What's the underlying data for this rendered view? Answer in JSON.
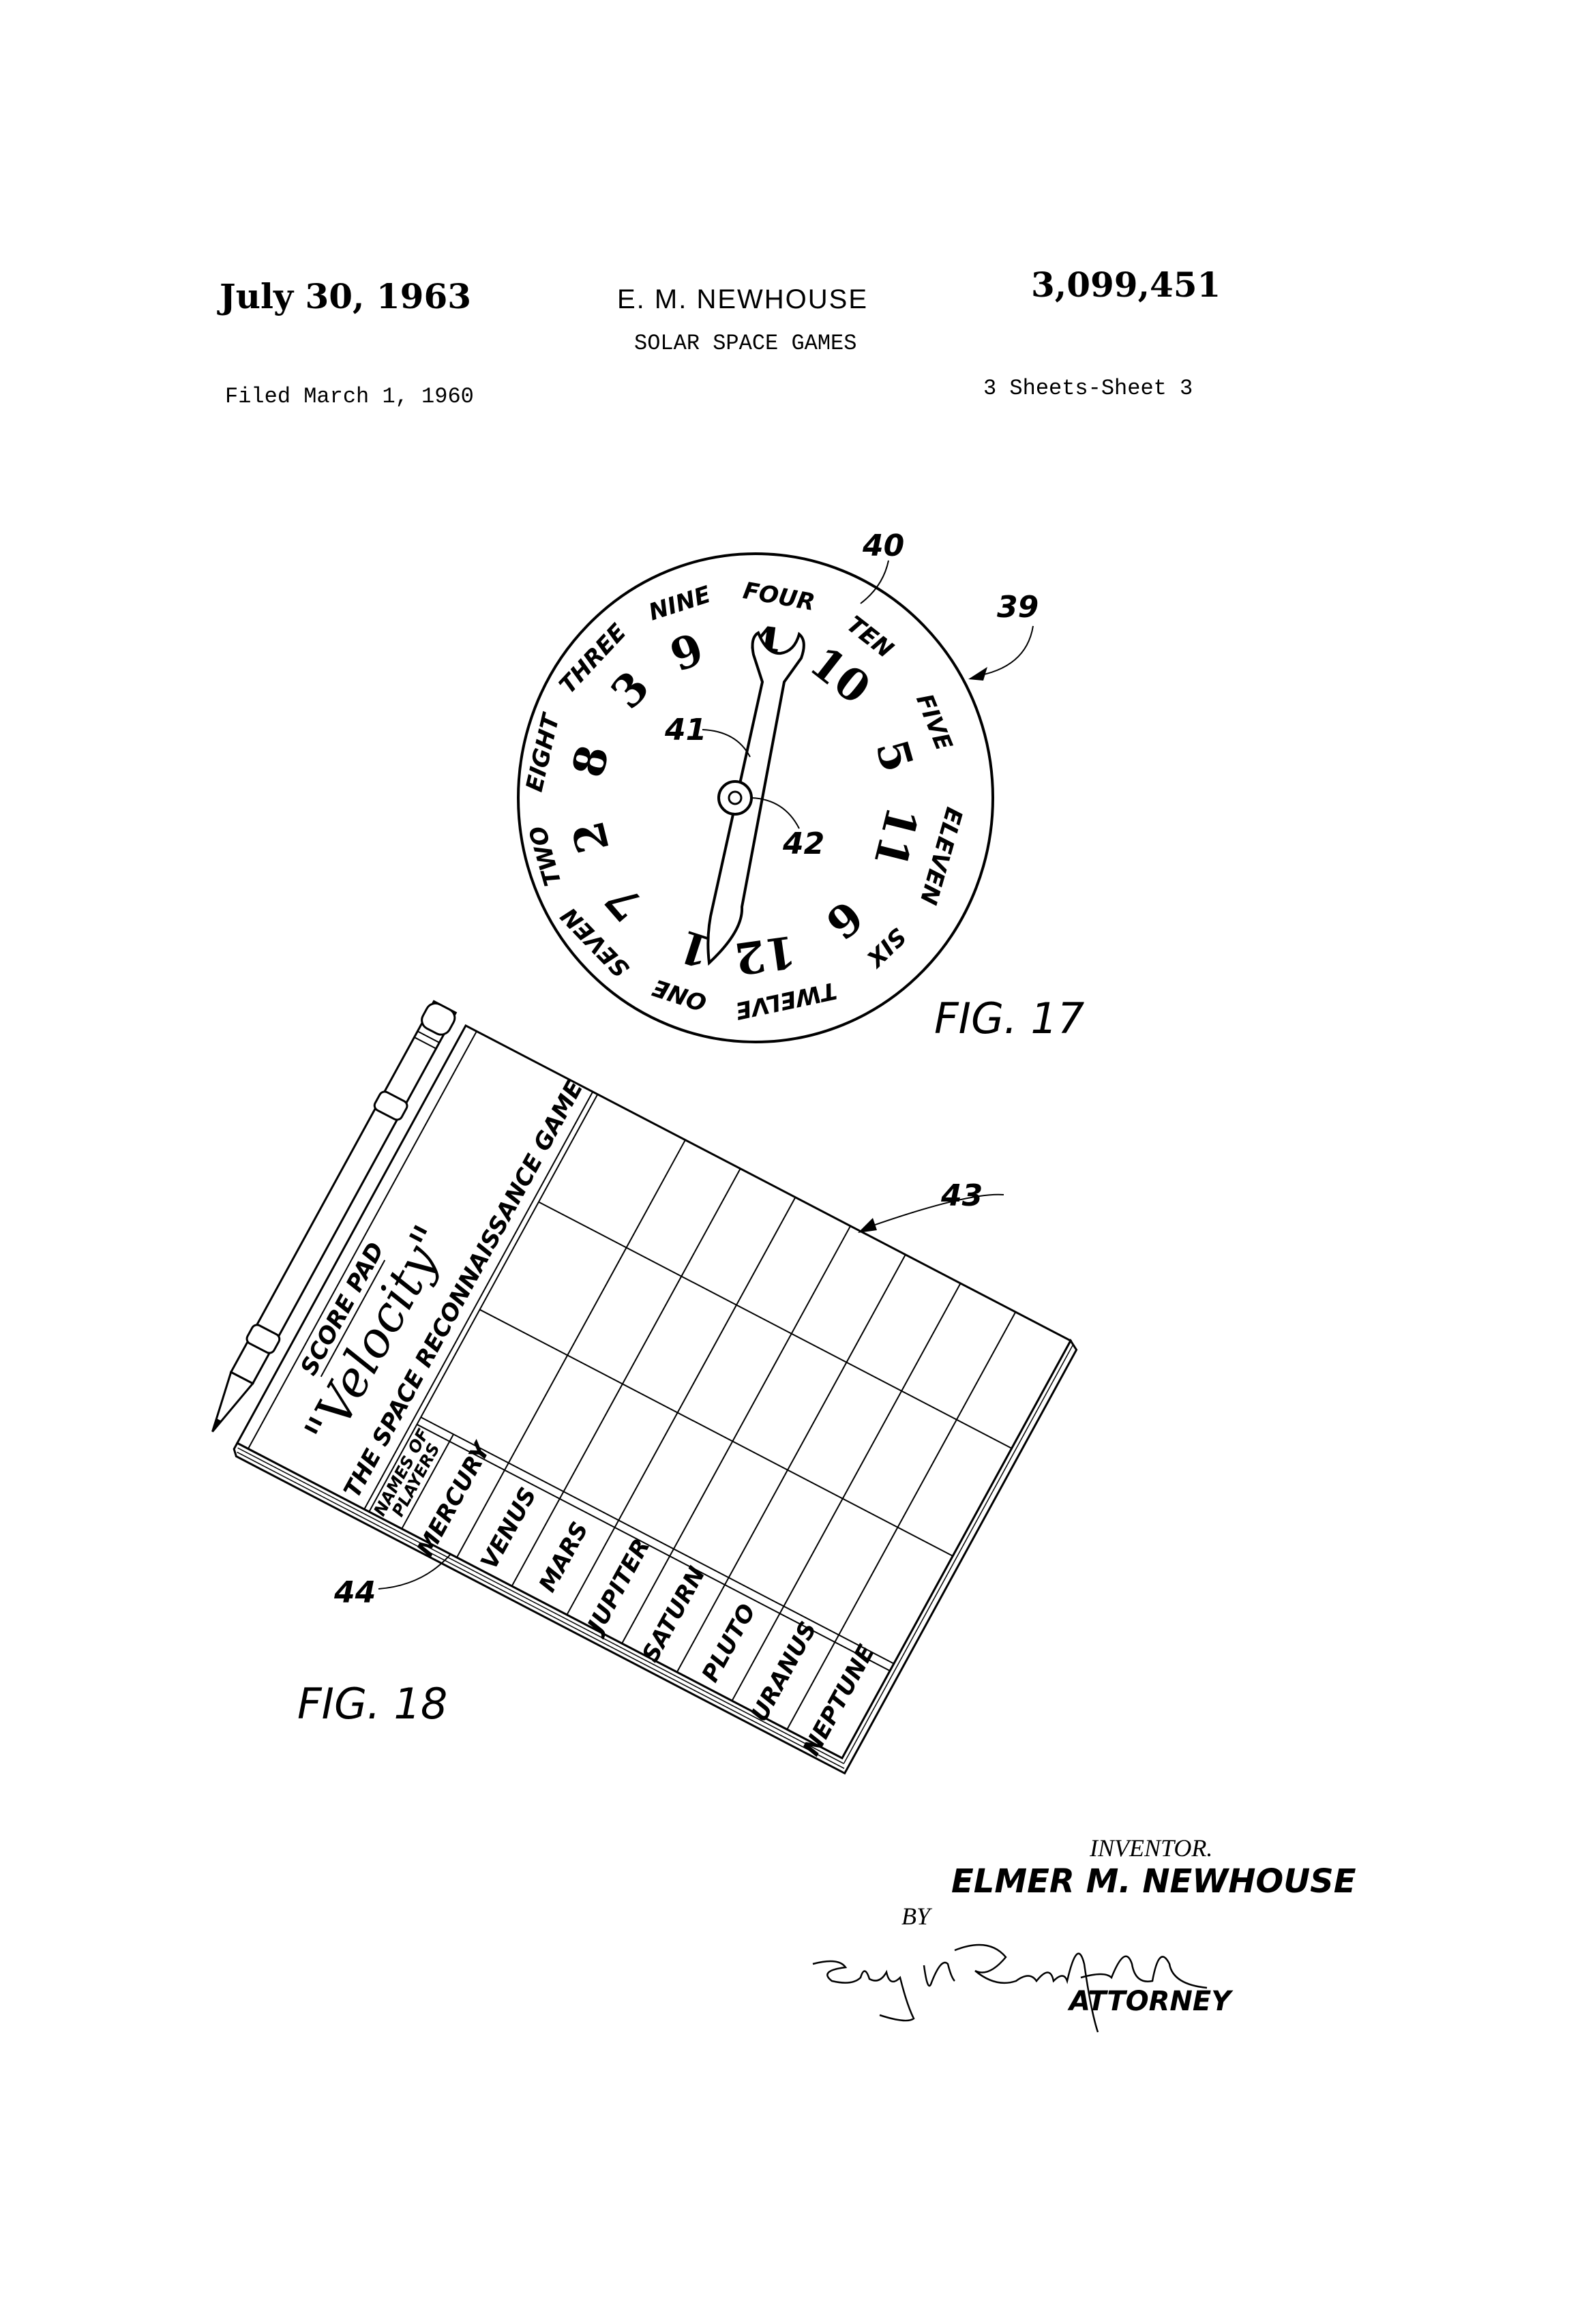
{
  "header": {
    "date": "July 30, 1963",
    "inventor_short": "E. M. NEWHOUSE",
    "patent_number": "3,099,451",
    "title": "SOLAR SPACE GAMES",
    "filed": "Filed March 1, 1960",
    "sheets": "3 Sheets-Sheet 3"
  },
  "fig17": {
    "caption": "FIG. 17",
    "refs": {
      "dial": "39",
      "face": "40",
      "pointer": "41",
      "pivot": "42"
    },
    "words": [
      "NINE",
      "FOUR",
      "TEN",
      "FIVE",
      "ELEVEN",
      "SIX",
      "TWELVE",
      "ONE",
      "SEVEN",
      "TWO",
      "EIGHT",
      "THREE"
    ],
    "numerals": [
      "9",
      "4",
      "10",
      "5",
      "11",
      "6",
      "12",
      "1",
      "7",
      "2",
      "8",
      "3"
    ]
  },
  "fig18": {
    "caption": "FIG. 18",
    "refs": {
      "pad": "43",
      "names_row": "44"
    },
    "score_pad": "SCORE PAD",
    "brand": "\"Velocity\"",
    "subtitle": "THE SPACE RECONNAISSANCE GAME",
    "names_header": [
      "NAMES OF",
      "PLAYERS"
    ],
    "planets": [
      "MERCURY",
      "VENUS",
      "MARS",
      "JUPITER",
      "SATURN",
      "PLUTO",
      "URANUS",
      "NEPTUNE"
    ]
  },
  "signature_block": {
    "inventor_label": "INVENTOR.",
    "inventor_name": "ELMER M. NEWHOUSE",
    "by": "BY",
    "attorney_label": "ATTORNEY",
    "signature": "Sidney N. Rosenfeld"
  }
}
